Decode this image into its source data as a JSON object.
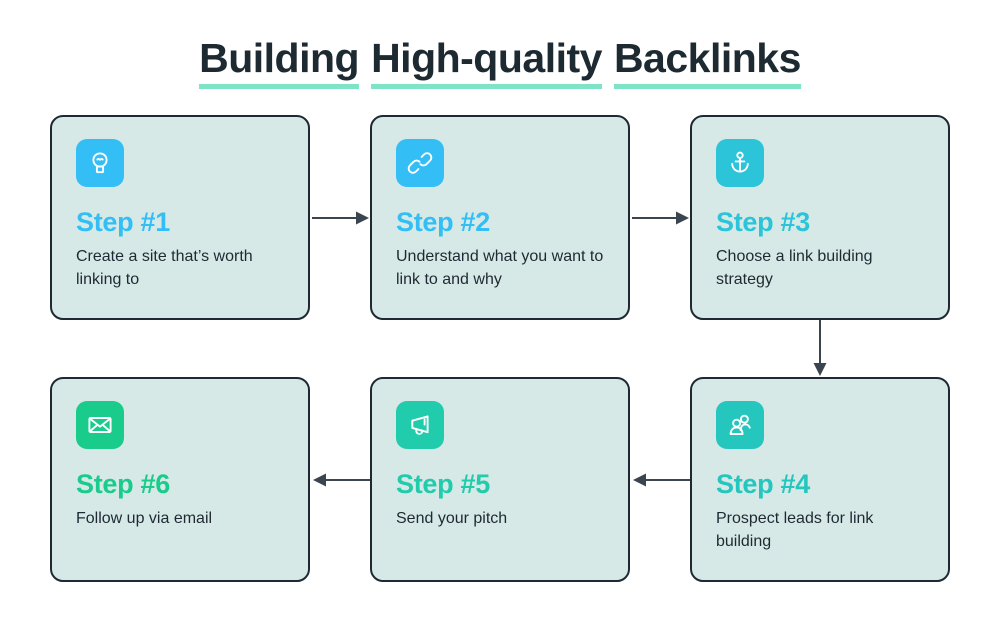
{
  "title": {
    "full": "Building High-quality Backlinks",
    "words": [
      "Building",
      "High-quality",
      "Backlinks"
    ],
    "underline_color": "#7fe3c5",
    "text_color": "#1e2a32"
  },
  "theme": {
    "page_background": "#ffffff",
    "card_background": "#d6e9e7",
    "card_border": "#1f2933",
    "body_text": "#1f2933",
    "arrow_color": "#3a4550"
  },
  "steps": [
    {
      "label": "Step #1",
      "description": "Create a site that’s worth linking to",
      "icon": "lightbulb-icon",
      "color": "#33bef5"
    },
    {
      "label": "Step #2",
      "description": "Understand what you want to link to and why",
      "icon": "link-chain-icon",
      "color": "#33bef5"
    },
    {
      "label": "Step #3",
      "description": "Choose a link building strategy",
      "icon": "anchor-icon",
      "color": "#2bc4d9"
    },
    {
      "label": "Step #4",
      "description": "Prospect leads for link building",
      "icon": "users-icon",
      "color": "#25c6be"
    },
    {
      "label": "Step #5",
      "description": "Send your pitch",
      "icon": "megaphone-icon",
      "color": "#20ccab"
    },
    {
      "label": "Step #6",
      "description": "Follow up via email",
      "icon": "envelope-icon",
      "color": "#19cc8c"
    }
  ],
  "connectors": [
    {
      "name": "arrow-step1-to-step2",
      "direction": "right"
    },
    {
      "name": "arrow-step2-to-step3",
      "direction": "right"
    },
    {
      "name": "arrow-step3-to-step4",
      "direction": "down"
    },
    {
      "name": "arrow-step4-to-step5",
      "direction": "left"
    },
    {
      "name": "arrow-step5-to-step6",
      "direction": "left"
    }
  ]
}
